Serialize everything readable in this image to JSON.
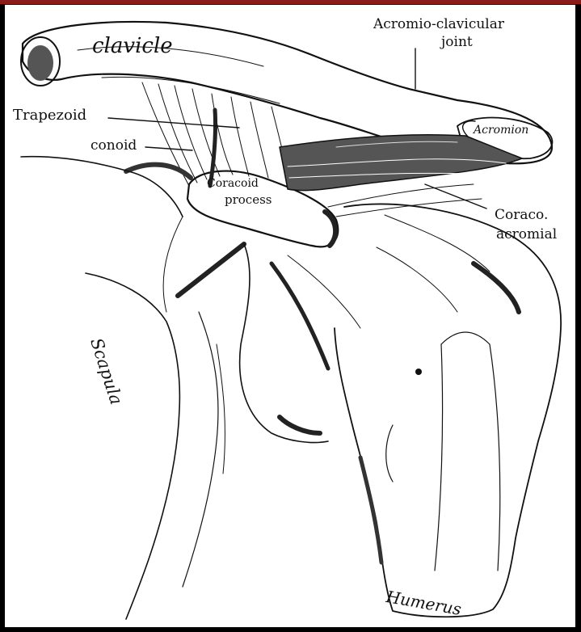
{
  "colors": {
    "frame": "#000000",
    "accent_bar": "#8a1c1c",
    "paper": "#ffffff",
    "ink": "#111111"
  },
  "labels": {
    "clavicle": "clavicle",
    "ac_joint_line1": "Acromio-clavicular",
    "ac_joint_line2": "joint",
    "trapezoid": "Trapezoid",
    "conoid": "conoid",
    "acromion": "Acromion",
    "coracoid_line1": "Coracoid",
    "coracoid_line2": "process",
    "coraco_acromial_line1": "Coraco.",
    "coraco_acromial_line2": "acromial",
    "scapula": "Scapula",
    "humerus": "Humerus"
  }
}
